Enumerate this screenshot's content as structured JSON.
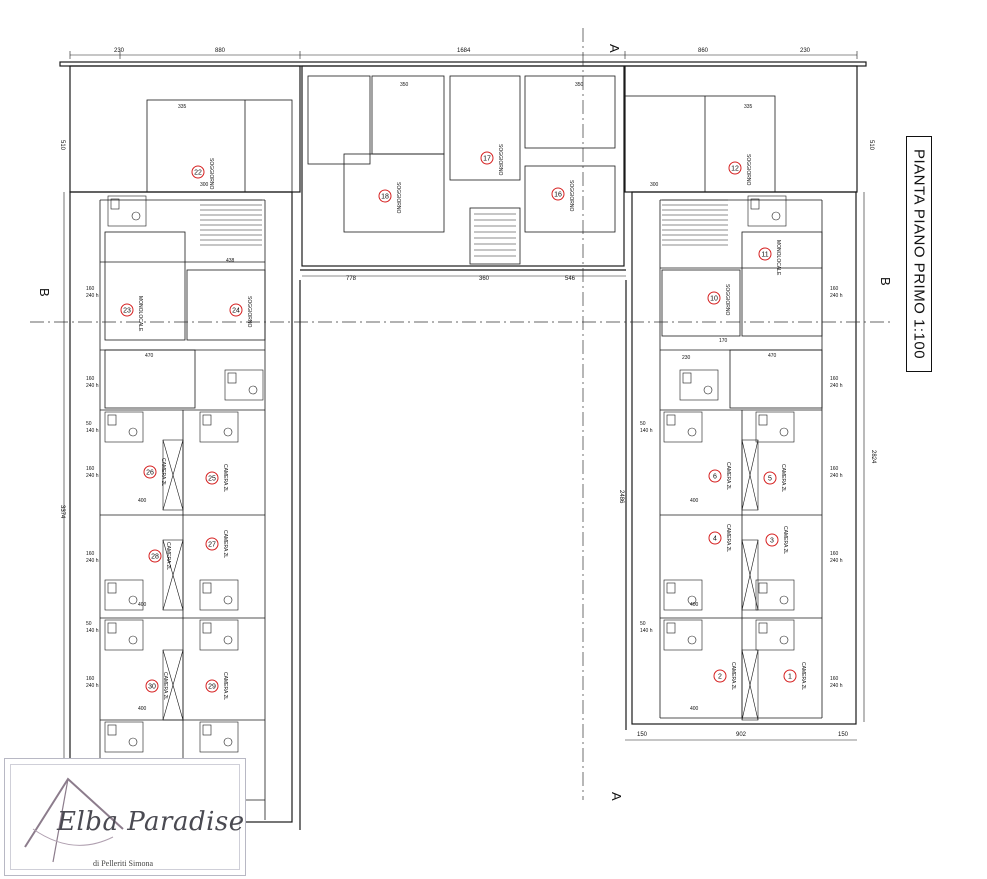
{
  "title": "PIANTA PIANO PRIMO 1:100",
  "logo": {
    "name": "Elba Paradise",
    "subtitle": "di Pelleriti Simona"
  },
  "section_markers": {
    "a_top": "A",
    "a_bottom": "A",
    "b_left": "B",
    "b_right": "B"
  },
  "top_dimensions": [
    "230",
    "880",
    "1684",
    "860",
    "230"
  ],
  "mid_dimensions": [
    "778",
    "360",
    "546"
  ],
  "bottom_dimensions": [
    "150",
    "902",
    "150"
  ],
  "side_dimensions": [
    "510",
    "510",
    "3374",
    "2824",
    "2486"
  ],
  "rooms": [
    {
      "number": "1",
      "label": "CAMERA 2L"
    },
    {
      "number": "2",
      "label": "CAMERA 2L"
    },
    {
      "number": "3",
      "label": "CAMERA 2L"
    },
    {
      "number": "4",
      "label": "CAMERA 2L"
    },
    {
      "number": "5",
      "label": "CAMERA 2L"
    },
    {
      "number": "6",
      "label": "CAMERA 2L"
    },
    {
      "number": "10",
      "label": "SOGGIORNO"
    },
    {
      "number": "11",
      "label": "MONOLOCALE"
    },
    {
      "number": "12",
      "label": "SOGGIORNO"
    },
    {
      "number": "16",
      "label": "SOGGIORNO"
    },
    {
      "number": "17",
      "label": "SOGGIORNO"
    },
    {
      "number": "18",
      "label": "SOGGIORNO"
    },
    {
      "number": "22",
      "label": "SOGGIORNO"
    },
    {
      "number": "23",
      "label": "MONOLOCALE"
    },
    {
      "number": "24",
      "label": "SOGGIORNO"
    },
    {
      "number": "25",
      "label": "CAMERA 2L"
    },
    {
      "number": "26",
      "label": "CAMERA 2L"
    },
    {
      "number": "27",
      "label": "CAMERA 2L"
    },
    {
      "number": "28",
      "label": "CAMERA 2L"
    },
    {
      "number": "29",
      "label": "CAMERA 2L"
    },
    {
      "number": "30",
      "label": "CAMERA 2L"
    }
  ],
  "window_tags": [
    "160 240 h",
    "160 240 h",
    "160 240 h",
    "160 240 h",
    "160 240 h",
    "160 240 h",
    "160 240 h",
    "160 240 h",
    "160 240 h",
    "160 240 h",
    "50 140 h",
    "50 140 h",
    "50 140 h",
    "50 140 h"
  ],
  "room_dims": [
    "400",
    "400",
    "400",
    "400",
    "400",
    "400",
    "470",
    "470",
    "350",
    "350",
    "300",
    "300",
    "335",
    "335",
    "438",
    "230",
    "170"
  ],
  "colors": {
    "line": "#1a1a1a",
    "roomNumber": "#d62020",
    "axis": "#333333",
    "logoText": "#4a4a52"
  }
}
